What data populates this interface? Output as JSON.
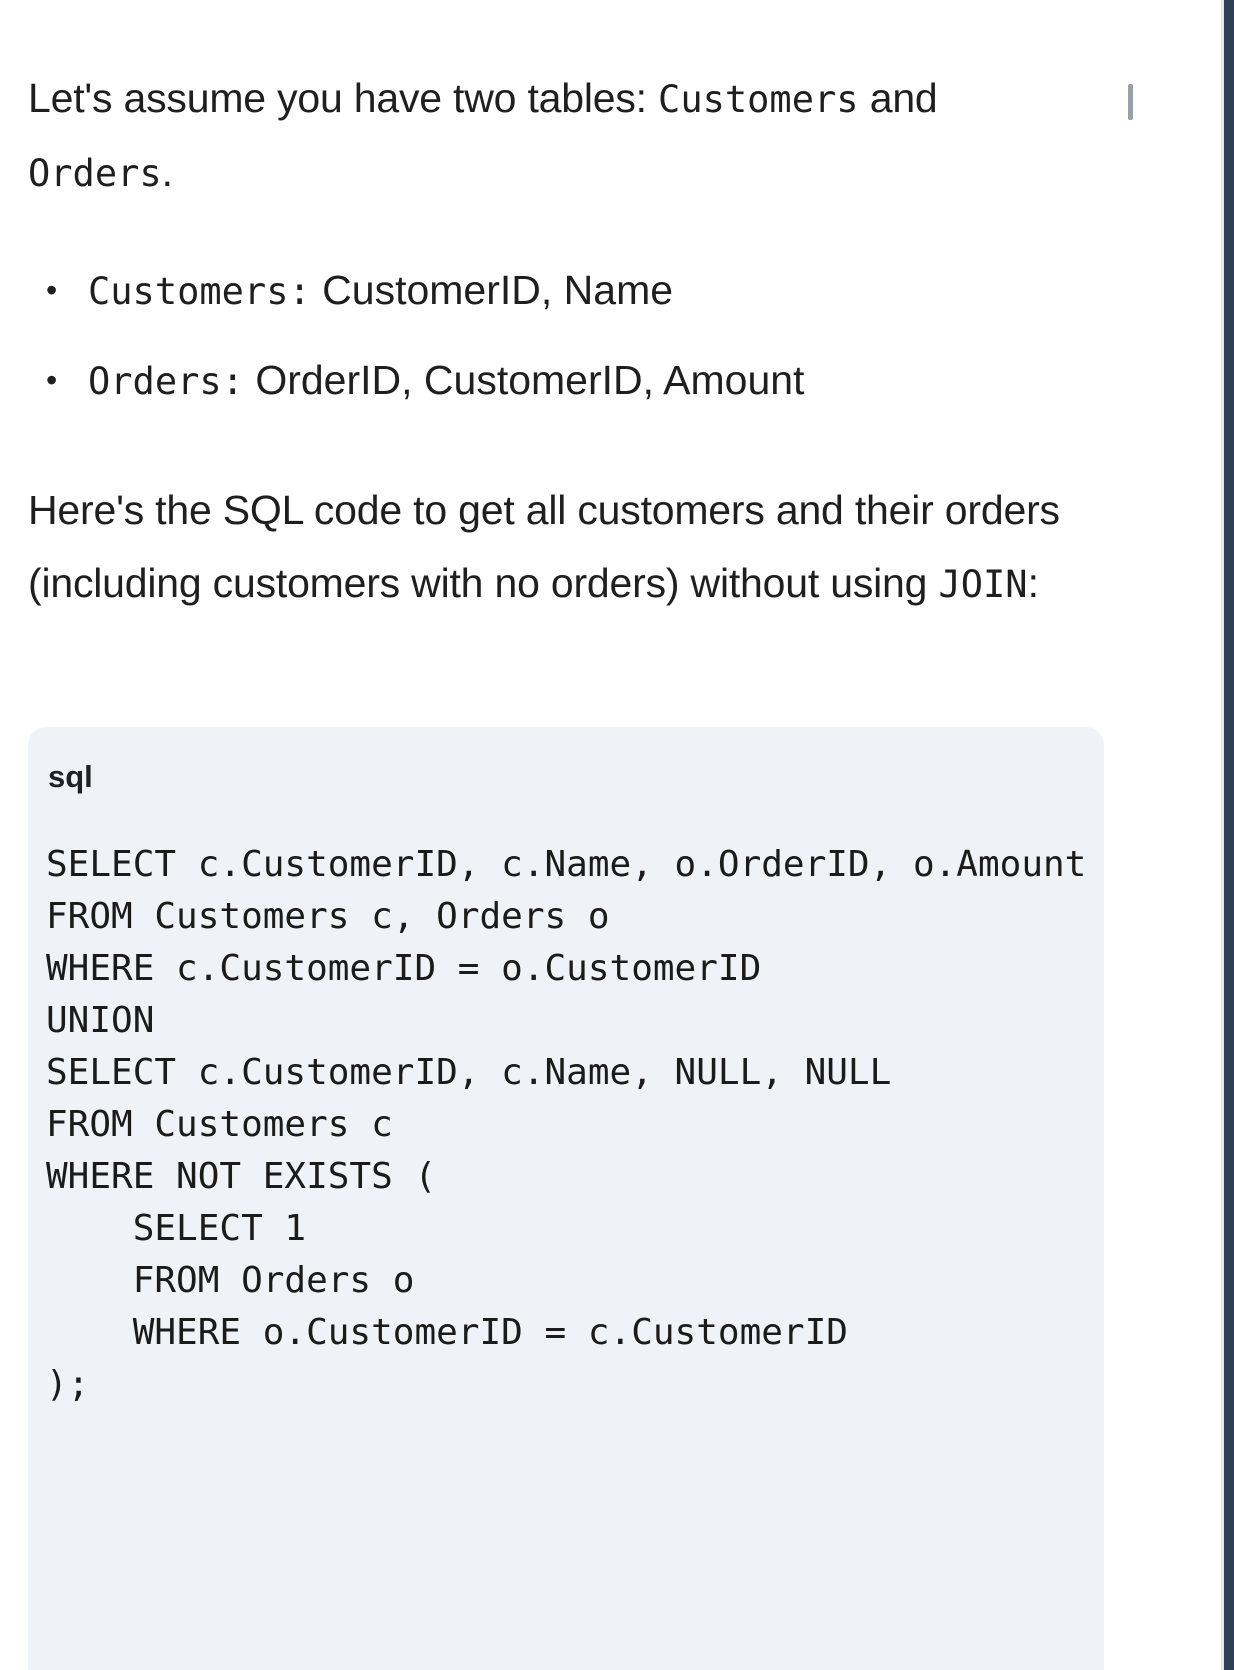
{
  "intro": {
    "lead_before": "Let's assume you have two tables: ",
    "table_a": "Customers",
    "lead_middle": " and ",
    "table_b": "Orders",
    "lead_after": "."
  },
  "bullets": [
    {
      "bullet_glyph": "•",
      "code": "Customers:",
      "text": " CustomerID, Name"
    },
    {
      "bullet_glyph": "•",
      "code": "Orders:",
      "text": " OrderID, CustomerID, Amount"
    }
  ],
  "explanation": {
    "before": "Here's the SQL code to get all customers and their orders (including customers with no orders) without using ",
    "code": "JOIN",
    "after": ":"
  },
  "code_block": {
    "language_label": "sql",
    "lines": [
      "SELECT c.CustomerID, c.Name, o.OrderID,",
      "o.Amount",
      "FROM Customers c, Orders o",
      "WHERE c.CustomerID = o.CustomerID",
      "UNION",
      "SELECT c.CustomerID, c.Name, NULL, NULL",
      "FROM Customers c",
      "WHERE NOT EXISTS (",
      "    SELECT 1",
      "    FROM Orders o",
      "    WHERE o.CustomerID = c.CustomerID",
      ");"
    ],
    "source": "SELECT c.CustomerID, c.Name, o.OrderID, o.Amount\nFROM Customers c, Orders o\nWHERE c.CustomerID = o.CustomerID\nUNION\nSELECT c.CustomerID, c.Name, NULL, NULL\nFROM Customers c\nWHERE NOT EXISTS (\n    SELECT 1\n    FROM Orders o\n    WHERE o.CustomerID = c.CustomerID\n);"
  },
  "colors": {
    "page_background": "#ffffff",
    "body_text": "#1f1f1f",
    "code_background": "#eff2f7",
    "code_text": "#1b1b1b",
    "right_rail": "#2e3e55",
    "scrollbar": "#9aa0a6"
  }
}
